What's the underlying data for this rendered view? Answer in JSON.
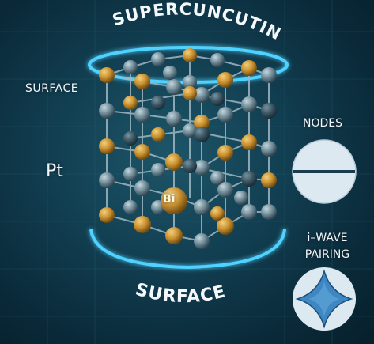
{
  "title": "SUPERCUNCUTING",
  "labels": {
    "surface_left": "SURFACE",
    "pt": "Pt",
    "bi": "Bi",
    "nodes": "NODES",
    "wave_line1": "i–WAVE",
    "wave_line2": "PAIRING",
    "surface_bottom": "SURFACE"
  },
  "colors": {
    "background": "#0b3140",
    "glow_ring": "#4fd2ff",
    "gold_atom": "#c8902f",
    "gray_atom": "#6f8b97",
    "dark_atom": "#3a5663",
    "node_disc": "#dde9f0",
    "dwave_fill": "#3e87c2"
  },
  "icons": {
    "node_indicator": "split-disc-icon",
    "pairing_indicator": "four-lobe-star-icon"
  }
}
